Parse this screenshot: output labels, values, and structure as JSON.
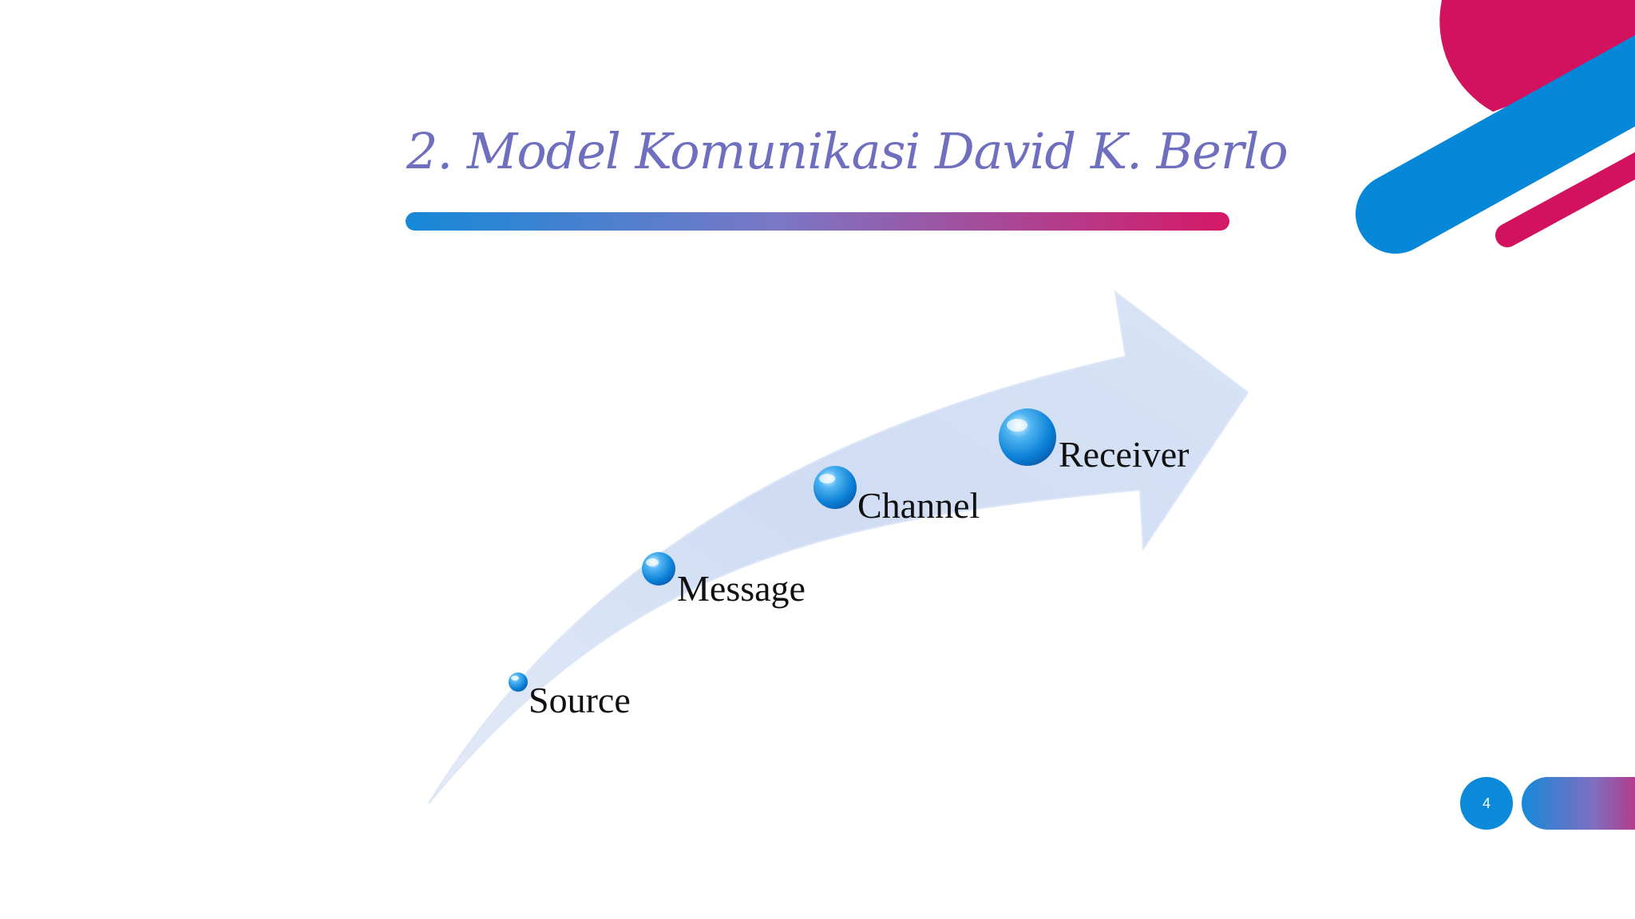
{
  "slide": {
    "title": "2. Model Komunikasi David K. Berlo",
    "page_number": "4"
  },
  "diagram": {
    "steps": [
      {
        "label": "Source"
      },
      {
        "label": "Message"
      },
      {
        "label": "Channel"
      },
      {
        "label": "Receiver"
      }
    ]
  },
  "colors": {
    "blue": "#0a8ad8",
    "magenta": "#d61867",
    "arrow_fill": "#d4e0f5",
    "text": "#111111"
  }
}
